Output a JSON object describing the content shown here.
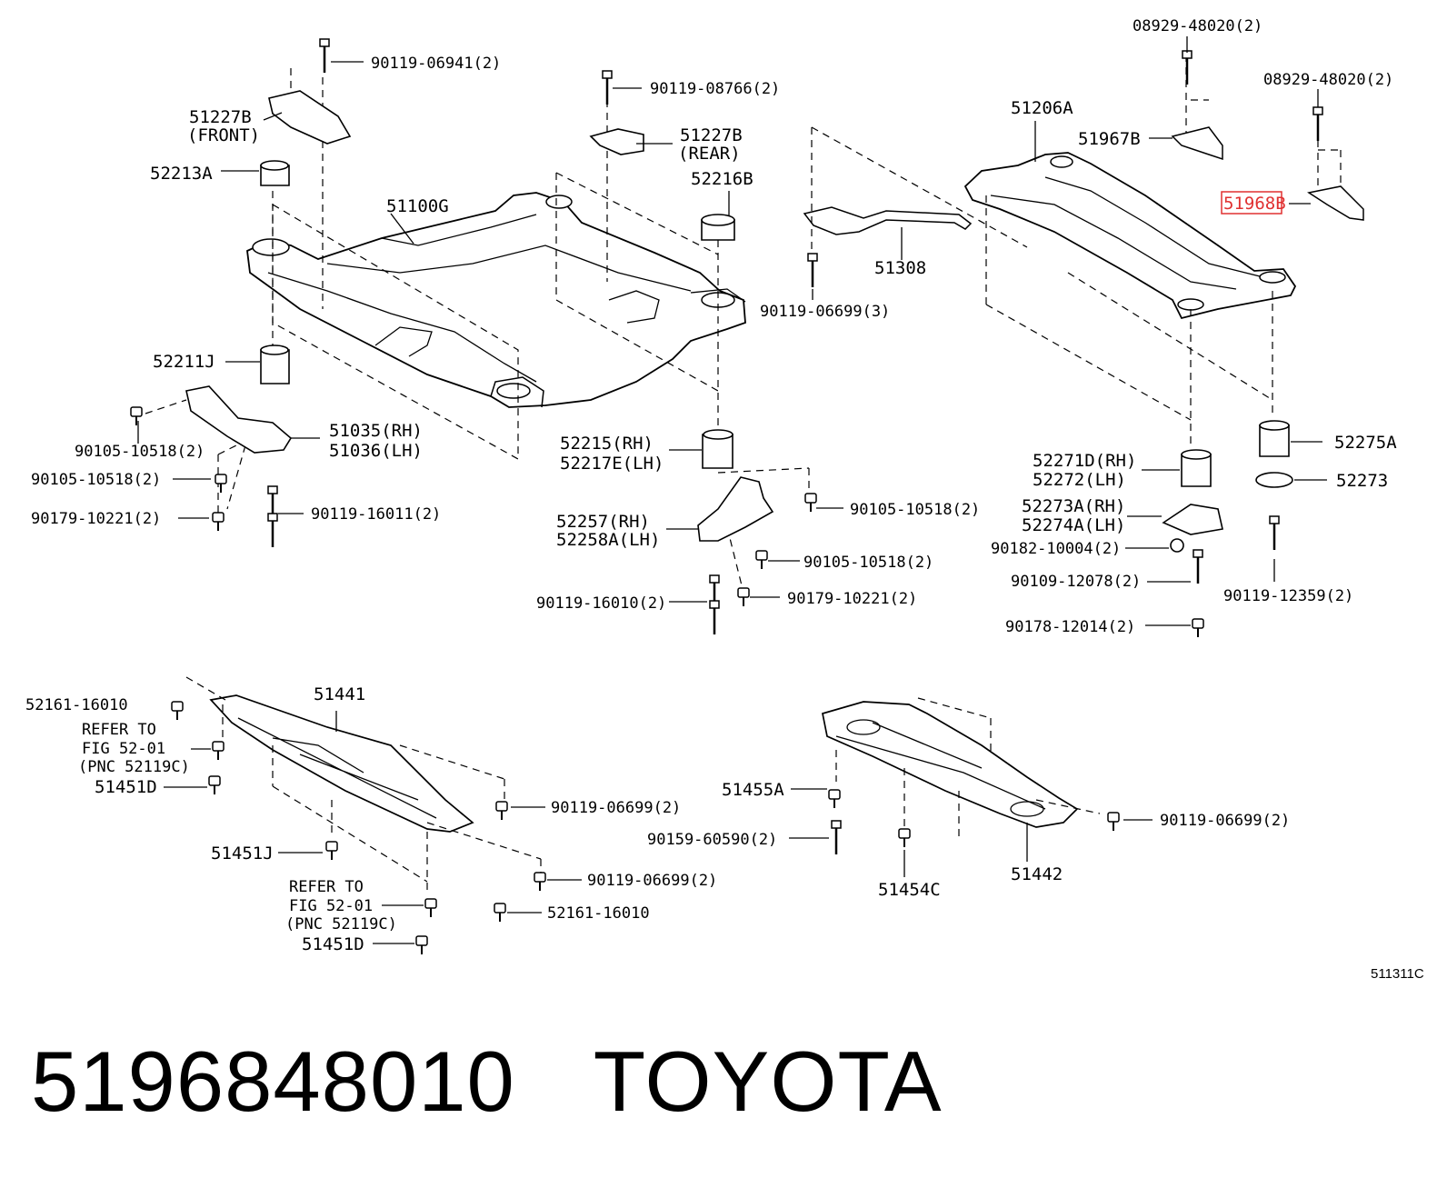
{
  "diagram": {
    "front_crossmember": {
      "frame_label": "51100G",
      "bracket_front_label": "51227B",
      "bracket_front_note": "(FRONT)",
      "bracket_rear_label": "51227B",
      "bracket_rear_note": "(REAR)",
      "bolt_top_front": "90119-06941(2)",
      "bolt_top_rear": "90119-08766(2)",
      "stopper_front": "52213A",
      "stopper_rear": "52216B",
      "cushion_front": "52211J",
      "bracket_side_rh": "51035(RH)",
      "bracket_side_lh": "51036(LH)",
      "bolt_a": "90105-10518(2)",
      "bolt_b": "90105-10518(2)",
      "nut_a": "90179-10221(2)",
      "bolt_long_front": "90119-16011(2)",
      "cushion_rear_rh": "52215(RH)",
      "cushion_rear_lh": "52217E(LH)",
      "bracket_rear_rh": "52257(RH)",
      "bracket_rear_lh": "52258A(LH)",
      "bolt_c": "90105-10518(2)",
      "bolt_d": "90105-10518(2)",
      "nut_b": "90179-10221(2)",
      "bolt_long_rear": "90119-16010(2)"
    },
    "rear_crossmember": {
      "frame_label": "51206A",
      "brace_label": "51308",
      "brace_bolt": "90119-06699(3)",
      "bracket_a": "51967B",
      "bracket_b": "51968B",
      "bolt_top_a": "08929-48020(2)",
      "bolt_top_b": "08929-48020(2)",
      "cushion_a_rh": "52271D(RH)",
      "cushion_a_lh": "52272(LH)",
      "cushion_b": "52275A",
      "washer": "52273",
      "stopper_rh": "52273A(RH)",
      "stopper_lh": "52274A(LH)",
      "nut_a": "90182-10004(2)",
      "stud": "90109-12078(2)",
      "nut_b": "90178-12014(2)",
      "bolt_long": "90119-12359(2)"
    },
    "under_cover_front": {
      "cover_label": "51441",
      "clip_top": "52161-16010",
      "refer1_line1": "REFER TO",
      "refer1_line2": "FIG 52-01",
      "refer1_line3": "(PNC 52119C)",
      "screw_top": "51451D",
      "screw_mid": "51451J",
      "bolt_a": "90119-06699(2)",
      "bolt_b": "90119-06699(2)",
      "clip_bottom": "52161-16010",
      "refer2_line1": "REFER TO",
      "refer2_line2": "FIG 52-01",
      "refer2_line3": "(PNC 52119C)",
      "screw_bottom": "51451D"
    },
    "under_cover_rear": {
      "cover_label": "51442",
      "nut_label": "51455A",
      "screw_label": "90159-60590(2)",
      "clip_label": "51454C",
      "bolt_label": "90119-06699(2)"
    },
    "figure_id": "511311C",
    "highlight_color": "#e03030"
  },
  "footer": {
    "part_number": "5196848010",
    "brand": "TOYOTA"
  }
}
